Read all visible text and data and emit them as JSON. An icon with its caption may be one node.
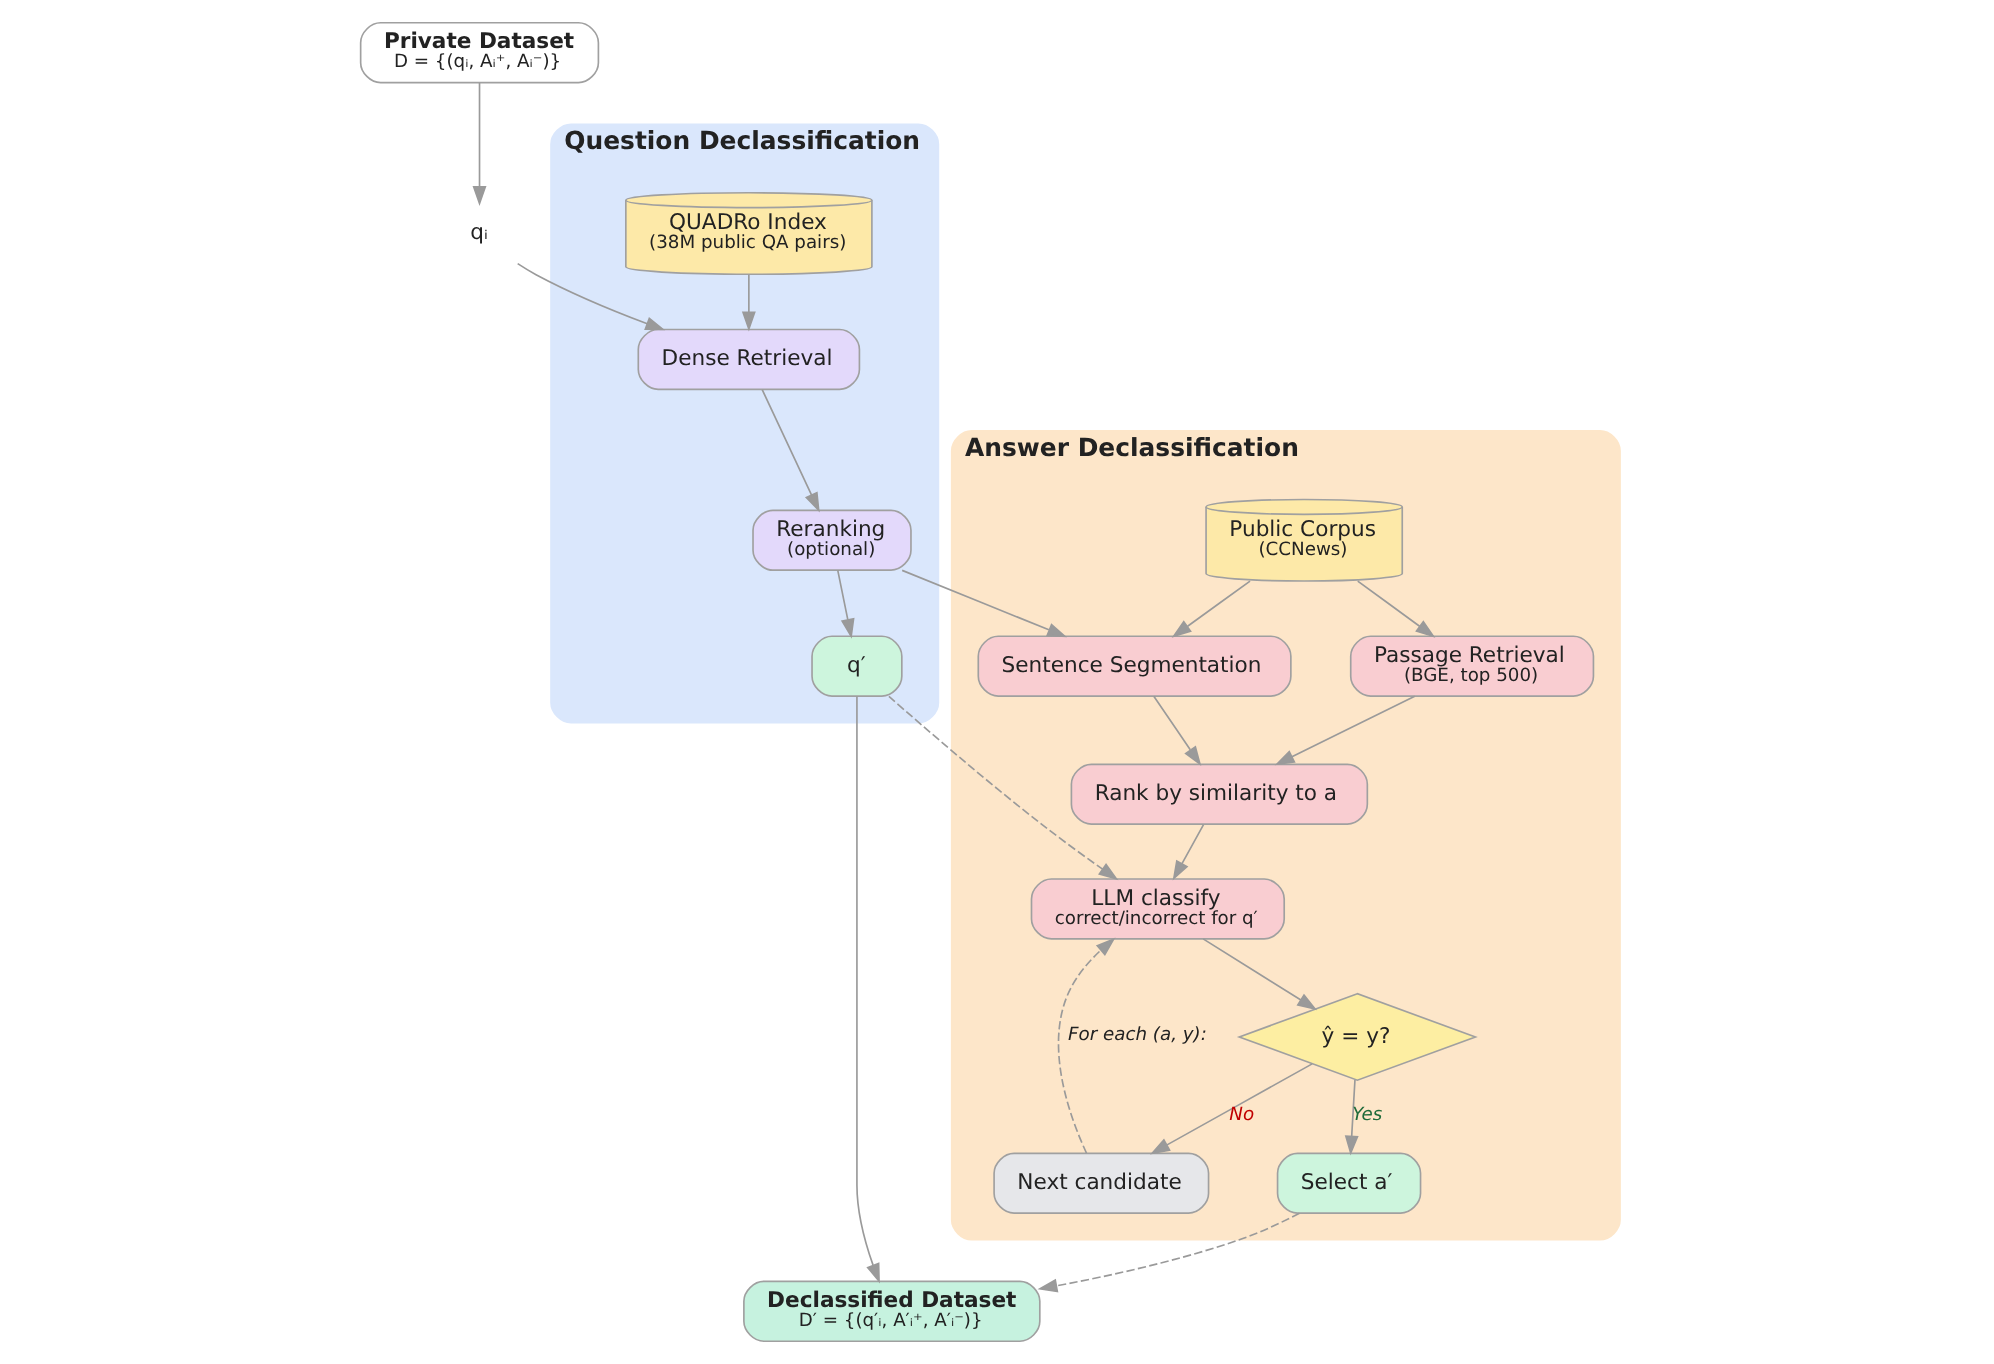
{
  "diagram": {
    "nodes": [
      {
        "text": [
          "Private Dataset",
          "D = {(qᵢ, Aᵢ⁺, Aᵢ⁻)}"
        ]
      },
      {
        "text": [
          "qᵢ"
        ]
      },
      {
        "text": [
          "Question Declassification"
        ]
      },
      {
        "text": [
          "QUADRo Index",
          "(38M public QA pairs)"
        ],
        "in": 2
      },
      {
        "text": [
          "Dense Retrieval"
        ],
        "in": 2
      },
      {
        "text": [
          "Reranking",
          "(optional)"
        ],
        "in": 2
      },
      {
        "text": [
          "q′"
        ],
        "in": 2
      },
      {
        "text": [
          "Answer Declassification"
        ]
      },
      {
        "text": [
          "Public Corpus",
          "(CCNews)"
        ],
        "in": 7
      },
      {
        "text": [
          "Passage Retrieval",
          "(BGE, top 500)"
        ],
        "in": 7
      },
      {
        "text": [
          "Sentence Segmentation"
        ],
        "in": 7
      },
      {
        "text": [
          "Rank by similarity to a"
        ],
        "in": 7
      },
      {
        "text": [
          "LLM classify",
          "correct/incorrect for q′"
        ],
        "in": 7
      },
      {
        "text": [
          "ŷ = y?"
        ],
        "in": 7
      },
      {
        "text": [
          "Next candidate"
        ],
        "in": 7
      },
      {
        "text": [
          "Select a′"
        ],
        "in": 7
      },
      {
        "text": [
          "Declassified Dataset",
          "D′ = {(q′ᵢ, A′ᵢ⁺, A′ᵢ⁻)}"
        ]
      }
    ],
    "edges": [
      {
        "from": 0,
        "to": 1,
        "arrow": "to"
      },
      {
        "from": 1,
        "to": 4,
        "arrow": "to"
      },
      {
        "from": 3,
        "to": 4,
        "arrow": "to"
      },
      {
        "from": 4,
        "to": 5,
        "arrow": "to"
      },
      {
        "from": 5,
        "to": 6,
        "arrow": "to"
      },
      {
        "from": 5,
        "to": 10,
        "arrow": "to"
      },
      {
        "from": 8,
        "to": 10,
        "arrow": "to"
      },
      {
        "from": 8,
        "to": 9,
        "arrow": "to"
      },
      {
        "from": 9,
        "to": 11,
        "arrow": "to"
      },
      {
        "from": 10,
        "to": 11,
        "arrow": "to"
      },
      {
        "from": 11,
        "to": 12,
        "arrow": "to"
      },
      {
        "from": 6,
        "to": 12,
        "arrow": "to",
        "style": "dashed"
      },
      {
        "from": 12,
        "to": 13,
        "arrow": "to"
      },
      {
        "from": 13,
        "to": 14,
        "arrow": "to",
        "label": "No"
      },
      {
        "from": 13,
        "to": 15,
        "arrow": "to",
        "label": "Yes"
      },
      {
        "from": 14,
        "to": 12,
        "arrow": "to",
        "style": "dashed",
        "label": "For each (a, y):"
      },
      {
        "from": 6,
        "to": 16,
        "arrow": "to"
      },
      {
        "from": 15,
        "to": 16,
        "arrow": "to",
        "style": "dashed"
      }
    ]
  }
}
